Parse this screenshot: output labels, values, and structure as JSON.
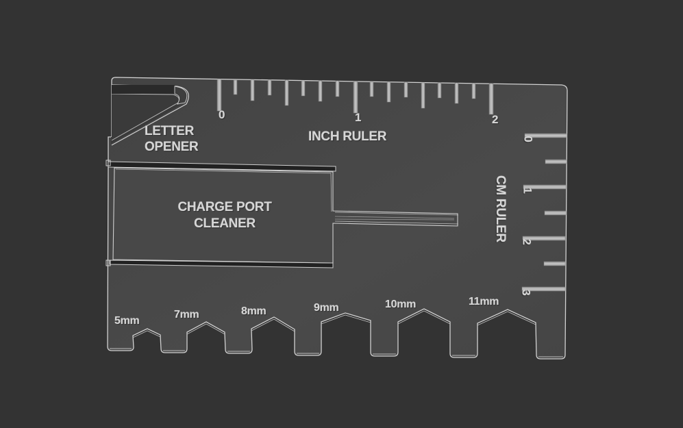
{
  "card": {
    "background_color": "#333333",
    "card_color": "#474747",
    "outline_color": "#d0d0d0"
  },
  "letter_opener": {
    "line1": "LETTER",
    "line2": "OPENER"
  },
  "inch_ruler": {
    "label": "INCH RULER",
    "numbers": [
      "0",
      "1",
      "2"
    ]
  },
  "cm_ruler": {
    "label": "CM RULER",
    "numbers": [
      "0",
      "1",
      "2",
      "3"
    ]
  },
  "charge_port": {
    "line1": "CHARGE PORT",
    "line2": "CLEANER"
  },
  "wrenches": [
    {
      "label": "5mm"
    },
    {
      "label": "7mm"
    },
    {
      "label": "8mm"
    },
    {
      "label": "9mm"
    },
    {
      "label": "10mm"
    },
    {
      "label": "11mm"
    }
  ]
}
